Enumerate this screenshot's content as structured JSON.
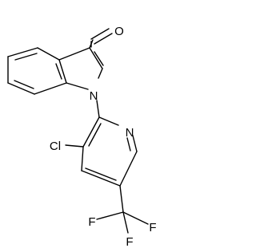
{
  "molecule": {
    "atom_labels": {
      "oxygen": "O",
      "indole_nitrogen": "N",
      "pyridine_nitrogen": "N",
      "chlorine": "Cl",
      "fluorine_1": "F",
      "fluorine_2": "F",
      "fluorine_3": "F"
    }
  }
}
